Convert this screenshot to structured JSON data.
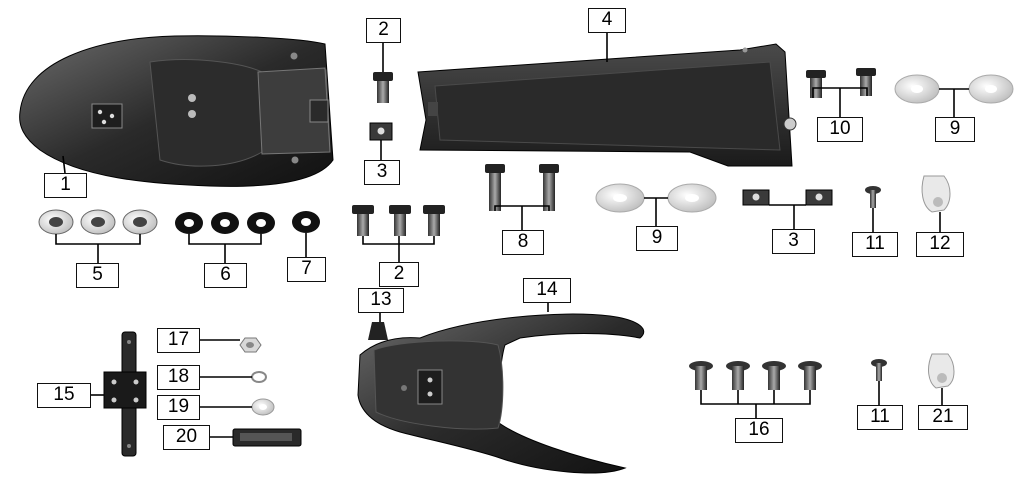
{
  "diagram": {
    "callouts": [
      {
        "id": "c1",
        "label": "1"
      },
      {
        "id": "c2a",
        "label": "2"
      },
      {
        "id": "c2b",
        "label": "2"
      },
      {
        "id": "c3a",
        "label": "3"
      },
      {
        "id": "c3b",
        "label": "3"
      },
      {
        "id": "c4",
        "label": "4"
      },
      {
        "id": "c5",
        "label": "5"
      },
      {
        "id": "c6",
        "label": "6"
      },
      {
        "id": "c7",
        "label": "7"
      },
      {
        "id": "c8",
        "label": "8"
      },
      {
        "id": "c9a",
        "label": "9"
      },
      {
        "id": "c9b",
        "label": "9"
      },
      {
        "id": "c10",
        "label": "10"
      },
      {
        "id": "c11a",
        "label": "11"
      },
      {
        "id": "c11b",
        "label": "11"
      },
      {
        "id": "c12",
        "label": "12"
      },
      {
        "id": "c13",
        "label": "13"
      },
      {
        "id": "c14",
        "label": "14"
      },
      {
        "id": "c15",
        "label": "15"
      },
      {
        "id": "c16",
        "label": "16"
      },
      {
        "id": "c17",
        "label": "17"
      },
      {
        "id": "c18",
        "label": "18"
      },
      {
        "id": "c19",
        "label": "19"
      },
      {
        "id": "c20",
        "label": "20"
      },
      {
        "id": "c21",
        "label": "21"
      }
    ]
  }
}
